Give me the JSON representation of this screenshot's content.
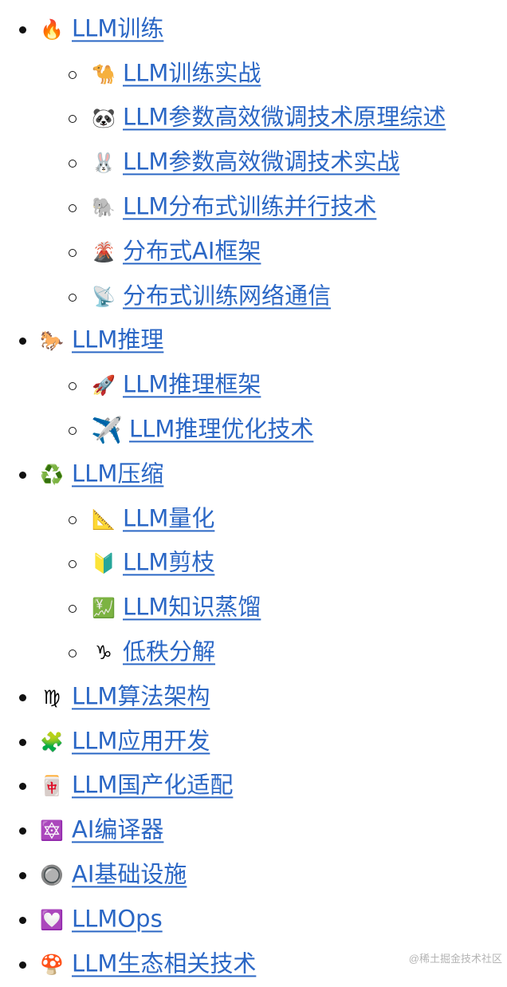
{
  "toc": {
    "groups": [
      {
        "emoji": "🔥",
        "label": "LLM训练",
        "children": [
          {
            "emoji": "🐪",
            "label": "LLM训练实战"
          },
          {
            "emoji": "🐼",
            "label": "LLM参数高效微调技术原理综述"
          },
          {
            "emoji": "🐰",
            "label": "LLM参数高效微调技术实战"
          },
          {
            "emoji": "🐘",
            "label": "LLM分布式训练并行技术"
          },
          {
            "emoji": "🌋",
            "label": "分布式AI框架"
          },
          {
            "emoji": "📡",
            "label": "分布式训练网络通信"
          }
        ]
      },
      {
        "emoji": "🐎",
        "label": "LLM推理",
        "children": [
          {
            "emoji": "🚀",
            "label": "LLM推理框架"
          },
          {
            "emoji": "✈️",
            "label": "LLM推理优化技术"
          }
        ]
      },
      {
        "emoji": "♻️",
        "label": "LLM压缩",
        "children": [
          {
            "emoji": "📐",
            "label": "LLM量化"
          },
          {
            "emoji": "🔰",
            "label": "LLM剪枝"
          },
          {
            "emoji": "💹",
            "label": "LLM知识蒸馏"
          },
          {
            "emoji": "♑",
            "label": "低秩分解"
          }
        ]
      },
      {
        "emoji": "♍",
        "label": "LLM算法架构",
        "children": []
      },
      {
        "emoji": "🧩",
        "label": "LLM应用开发",
        "children": []
      },
      {
        "emoji": "🀄",
        "label": "LLM国产化适配",
        "children": []
      },
      {
        "emoji": "🔯",
        "label": "AI编译器",
        "children": []
      },
      {
        "emoji": "🔘",
        "label": "AI基础设施",
        "children": []
      },
      {
        "emoji": "💟",
        "label": "LLMOps",
        "children": []
      },
      {
        "emoji": "🍄",
        "label": "LLM生态相关技术",
        "children": []
      }
    ]
  },
  "watermark": "@稀土掘金技术社区"
}
